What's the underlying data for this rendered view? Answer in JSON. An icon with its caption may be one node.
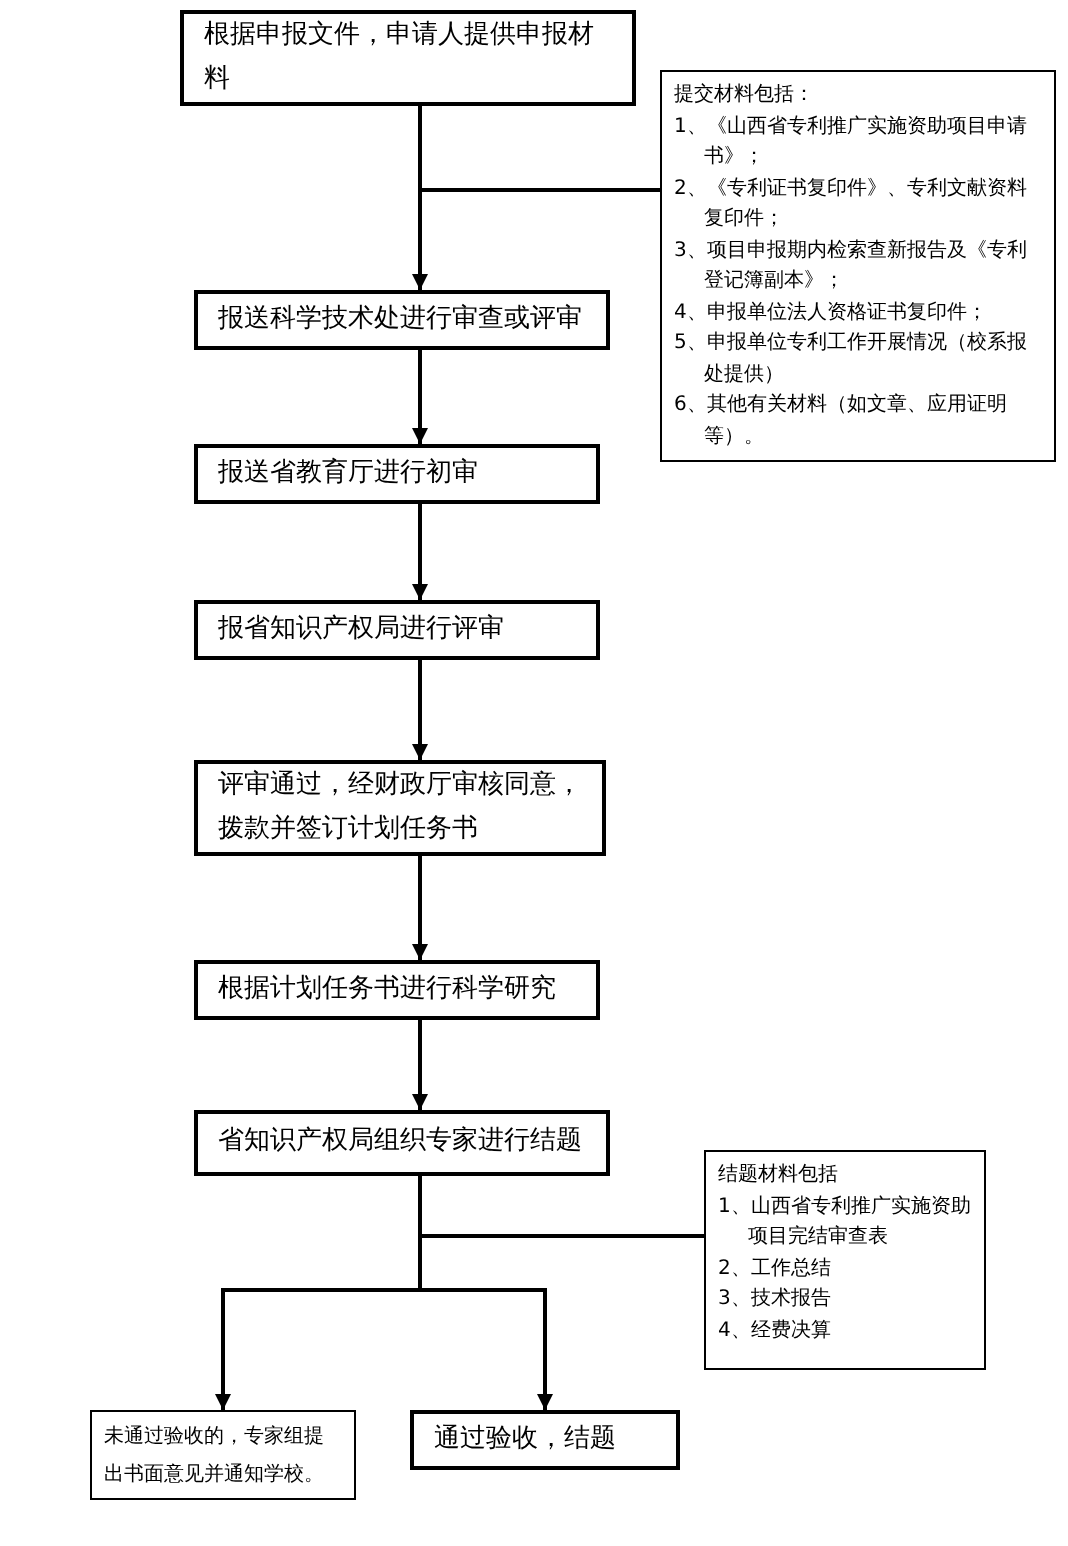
{
  "diagram": {
    "nodes": [
      {
        "text": [
          "根据申报文件，申请人提供申报材料"
        ]
      },
      {
        "text": [
          "提交材料包括：",
          "1、《山西省专利推广实施资助项目申请书》；",
          "2、《专利证书复印件》、专利文献资料复印件；",
          "3、项目申报期内检索查新报告及《专利登记簿副本》；",
          "4、申报单位法人资格证书复印件；",
          "5、申报单位专利工作开展情况（校系报处提供）",
          "6、其他有关材料（如文章、应用证明等）。"
        ]
      },
      {
        "text": [
          "报送科学技术处进行审查或评审"
        ]
      },
      {
        "text": [
          "报送省教育厅进行初审"
        ]
      },
      {
        "text": [
          "报省知识产权局进行评审"
        ]
      },
      {
        "text": [
          "评审通过，经财政厅审核同意，拨款并签订计划任务书"
        ]
      },
      {
        "text": [
          "根据计划任务书进行科学研究"
        ]
      },
      {
        "text": [
          "省知识产权局组织专家进行结题"
        ]
      },
      {
        "text": [
          "结题材料包括",
          "1、山西省专利推广实施资助项目完结审查表",
          "2、工作总结",
          "3、技术报告",
          "4、经费决算"
        ]
      },
      {
        "text": [
          "未通过验收的，专家组提出书面意见并通知学校。"
        ]
      },
      {
        "text": [
          "通过验收，结题"
        ]
      }
    ],
    "edges": [
      {
        "from": 0,
        "to": 2,
        "arrow": "to"
      },
      {
        "from": 1,
        "to": null,
        "arrow": "none"
      },
      {
        "from": 2,
        "to": 3,
        "arrow": "to"
      },
      {
        "from": 3,
        "to": 4,
        "arrow": "to"
      },
      {
        "from": 4,
        "to": 5,
        "arrow": "to"
      },
      {
        "from": 5,
        "to": 6,
        "arrow": "to"
      },
      {
        "from": 6,
        "to": 7,
        "arrow": "to"
      },
      {
        "from": 8,
        "to": null,
        "arrow": "none"
      },
      {
        "from": 7,
        "to": 9,
        "arrow": "to"
      },
      {
        "from": 7,
        "to": 10,
        "arrow": "to"
      }
    ]
  }
}
